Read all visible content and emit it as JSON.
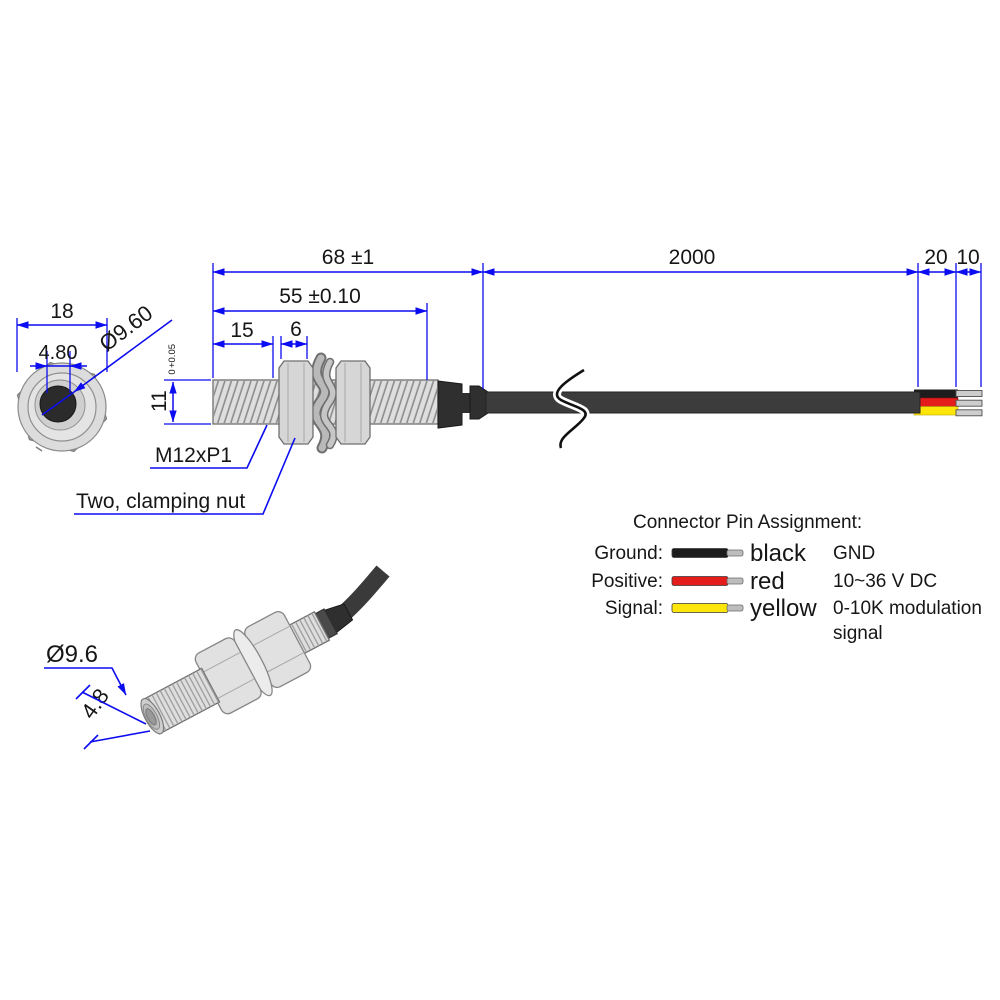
{
  "dims": {
    "overall_length": "68 ±1",
    "cable_length": "2000",
    "strip_length": "20",
    "tin_length": "10",
    "body_length": "55 ±0.10",
    "front_thread_length": "15",
    "nut_width": "6",
    "face_width": "18",
    "aperture": "4.80",
    "lens_diameter": "Ø9.60",
    "barrel_diameter": "11",
    "barrel_tol_upper": "+0.05",
    "barrel_tol_lower": "0",
    "persp_diameter": "Ø9.6",
    "persp_bore": "4.8"
  },
  "labels": {
    "thread": "M12xP1",
    "nuts": "Two, clamping nut"
  },
  "pin_assignment": {
    "title": "Connector Pin Assignment:",
    "rows": [
      {
        "function": "Ground:",
        "wire_name": "black",
        "wire_color": "#1c1c1c",
        "description": "GND",
        "description_line2": ""
      },
      {
        "function": "Positive:",
        "wire_name": "red",
        "wire_color": "#e41c1c",
        "description": "10~36 V DC",
        "description_line2": ""
      },
      {
        "function": "Signal:",
        "wire_name": "yellow",
        "wire_color": "#ffe60a",
        "description": "0-10K modulation",
        "description_line2": "signal"
      }
    ]
  },
  "colors": {
    "dimension_blue": "#0c0cf0",
    "cable_dark": "#3c3c3c",
    "wire_black": "#1d1d1d",
    "wire_red": "#e41c1c",
    "wire_yellow": "#ffe60a",
    "tinned_gray": "#cdcdcd",
    "metal_light": "#d9d9d9"
  }
}
